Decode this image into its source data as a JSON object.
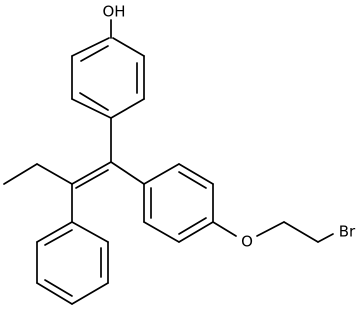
{
  "structure": {
    "atoms": {
      "hydroxyl": "OH",
      "ether_oxygen": "O",
      "bromine": "Br"
    },
    "bond_color": "#000000",
    "background_color": "#ffffff"
  }
}
